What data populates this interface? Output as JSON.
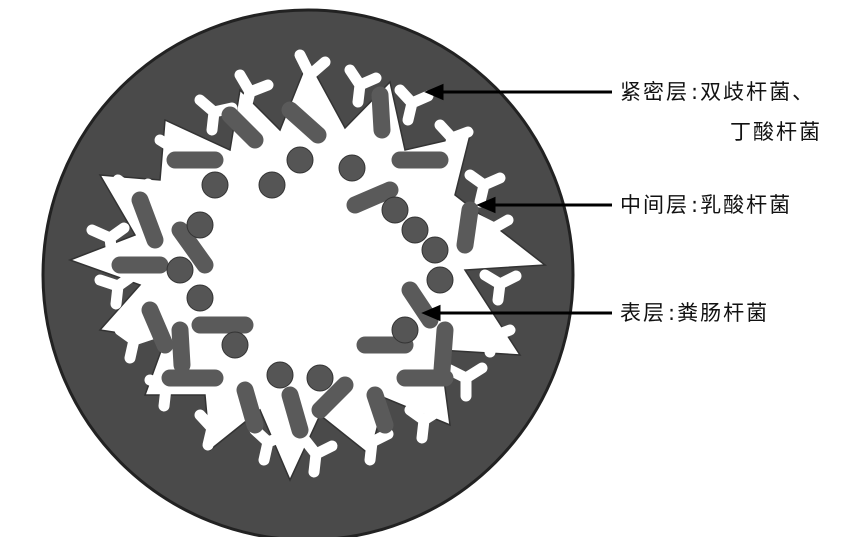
{
  "labels": {
    "layer_tight": {
      "name": "紧密层",
      "separator": ":",
      "bacteria_line1": "双歧杆菌、",
      "bacteria_line2": "丁酸杆菌"
    },
    "layer_middle": {
      "name": "中间层",
      "separator": ":",
      "bacteria": "乳酸杆菌"
    },
    "layer_surface": {
      "name": "表层",
      "separator": ":",
      "bacteria": "粪肠杆菌"
    }
  },
  "colors": {
    "outer_wall": "#4a4a4a",
    "rod_bacteria": "#5a5a5a",
    "coccus_bacteria": "#555555",
    "bifidobacteria": "#ffffff",
    "lumen": "#ffffff",
    "leader_line": "#000000"
  }
}
